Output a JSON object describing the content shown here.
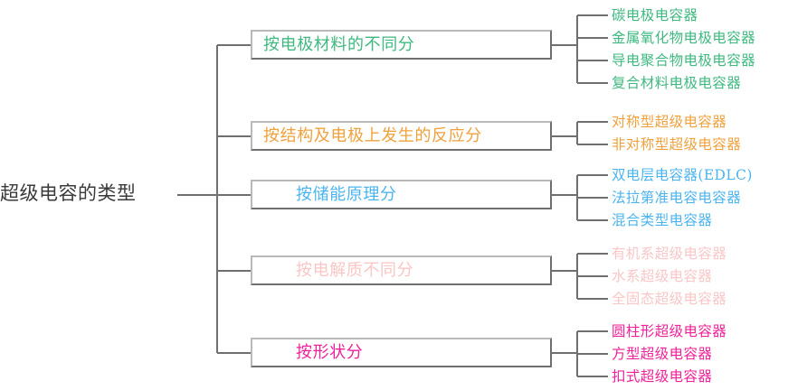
{
  "diagram": {
    "type": "mind-map-tree",
    "root": {
      "label": "超级电容的类型",
      "color": "#3a3a3a"
    },
    "connector_color": "#6f6f6f",
    "branches": [
      {
        "id": "electrode-material",
        "label": "按电极材料的不同分",
        "color": "#3fb97f",
        "indent": false,
        "leaves": [
          "碳电极电容器",
          "金属氧化物电极电容器",
          "导电聚合物电极电容器",
          "复合材料电极电容器"
        ]
      },
      {
        "id": "structure-reaction",
        "label": "按结构及电极上发生的反应分",
        "color": "#f0a13c",
        "indent": false,
        "leaves": [
          "对称型超级电容器",
          "非对称型超级电容器"
        ]
      },
      {
        "id": "energy-storage-principle",
        "label": "按储能原理分",
        "color": "#4cb4ee",
        "indent": true,
        "leaves": [
          "双电层电容器(EDLC)",
          "法拉第准电容电容器",
          "混合类型电容器"
        ]
      },
      {
        "id": "electrolyte",
        "label": "按电解质不同分",
        "color": "#fac6c6",
        "indent": true,
        "leaves": [
          "有机系超级电容器",
          "水系超级电容器",
          "全固态超级电容器"
        ]
      },
      {
        "id": "shape",
        "label": "按形状分",
        "color": "#f0219a",
        "indent": true,
        "leaves": [
          "圆柱形超级电容器",
          "方型超级电容器",
          "扣式超级电容器"
        ]
      }
    ]
  }
}
